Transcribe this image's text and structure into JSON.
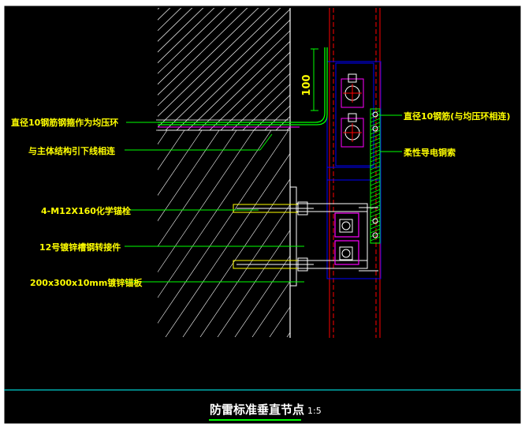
{
  "drawing": {
    "title": "防雷标准垂直节点",
    "scale": "1:5",
    "dimension": "100"
  },
  "labels": {
    "left": [
      "直径10钢筋钢箍作为均压环",
      "与主体结构引下线相连",
      "4-M12X160化学锚栓",
      "12号镀锌槽钢转接件",
      "200x300x10mm镀锌锚板"
    ],
    "right": [
      "直径10钢筋(与均压环相连)",
      "柔性导电铜索"
    ]
  },
  "colors": {
    "background": "#000000",
    "border": "#ffffff",
    "hatch": "#ffffff",
    "label": "#ffff00",
    "leader": "#00ff00",
    "mullion": "#ff0000",
    "frame": "#0000ff",
    "bolt": "#ff00ff",
    "title_underline": "#00ff00",
    "divider": "#00ffff"
  }
}
